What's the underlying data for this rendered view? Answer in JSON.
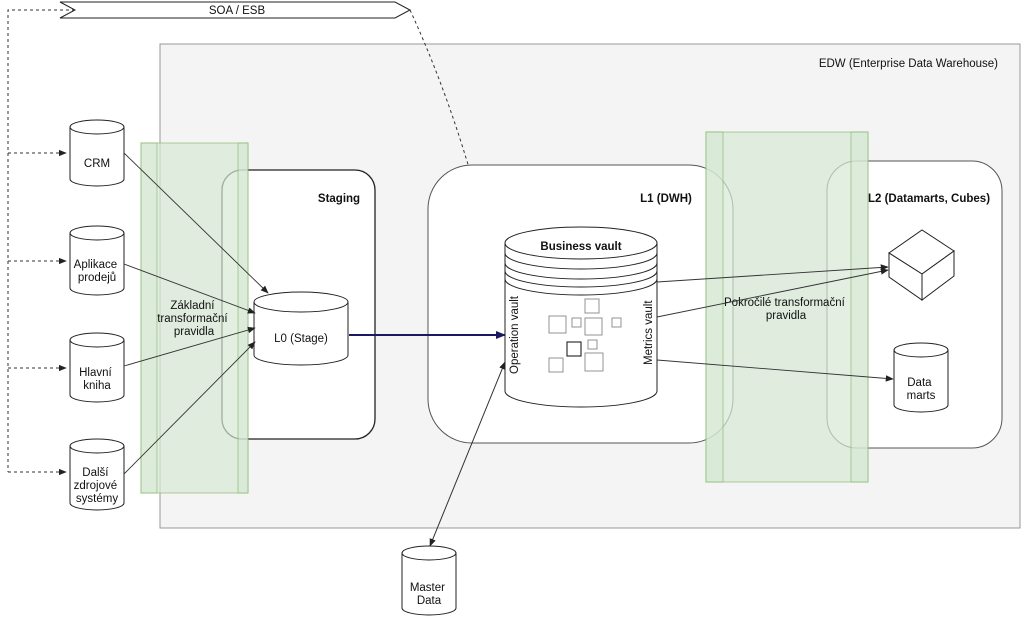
{
  "esb": {
    "label": "SOA / ESB"
  },
  "edw": {
    "label": "EDW (Enterprise Data Warehouse)"
  },
  "sources": {
    "crm": {
      "lines": [
        "CRM"
      ]
    },
    "sales": {
      "lines": [
        "Aplikace",
        "prodejů"
      ]
    },
    "ledger": {
      "lines": [
        "Hlavní",
        "kniha"
      ]
    },
    "other": {
      "lines": [
        "Další",
        "zdrojové",
        "systémy"
      ]
    }
  },
  "basic_transform": {
    "lines": [
      "Základní",
      "transformační",
      "pravidla"
    ]
  },
  "staging": {
    "title": "Staging",
    "store": "L0 (Stage)"
  },
  "l1": {
    "title": "L1 (DWH)",
    "business_vault": "Business vault",
    "operation_vault": "Operation vault",
    "metrics_vault": "Metrics vault"
  },
  "advanced_transform": {
    "lines": [
      "Pokročilé transformační",
      "pravidla"
    ]
  },
  "l2": {
    "title": "L2 (Datamarts, Cubes)",
    "datamarts": {
      "lines": [
        "Data",
        "marts"
      ]
    }
  },
  "master_data": {
    "lines": [
      "Master",
      "Data"
    ]
  },
  "colors": {
    "edw_fill": "#f4f4f4",
    "transform_band": "#d5e8d4",
    "transform_band_border": "#82b366",
    "main_flow": "#1a1a5e"
  }
}
